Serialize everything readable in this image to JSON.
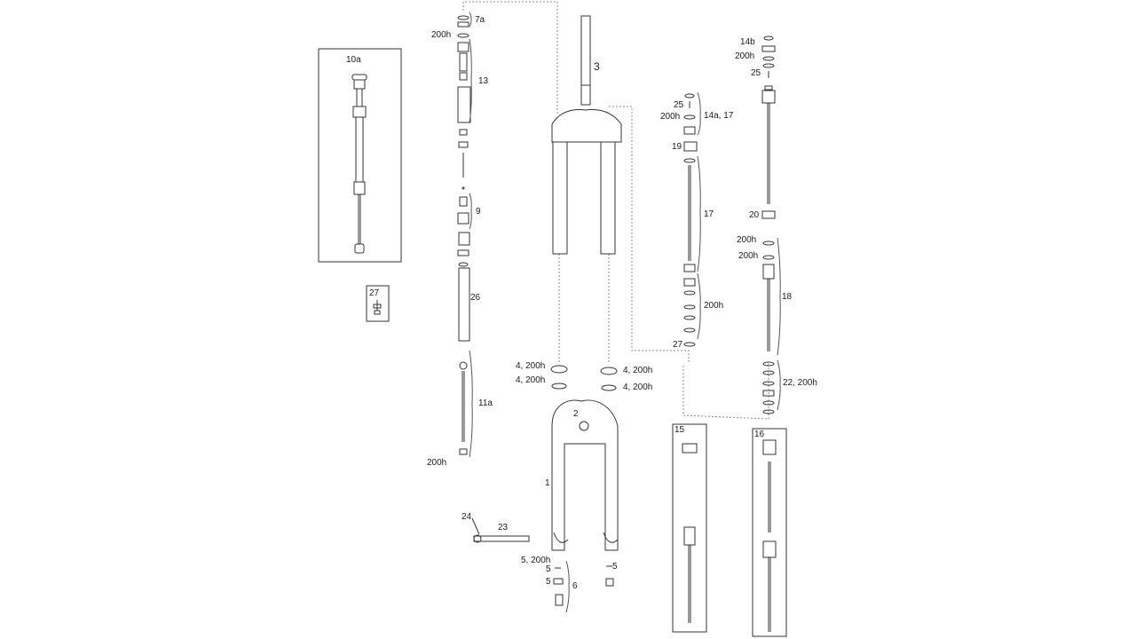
{
  "labels": {
    "l_10a": "10a",
    "l_27_box": "27",
    "l_7a": "7a",
    "l_200h_top": "200h",
    "l_13": "13",
    "l_9": "9",
    "l_26": "26",
    "l_11a": "11a",
    "l_200h_11a": "200h",
    "l_3": "3",
    "l_4_200h_a": "4, 200h",
    "l_4_200h_b": "4, 200h",
    "l_4_200h_c": "4, 200h",
    "l_4_200h_d": "4, 200h",
    "l_2": "2",
    "l_1": "1",
    "l_24": "24",
    "l_23": "23",
    "l_5_200h": "5, 200h",
    "l_5_a": "5",
    "l_5_b": "5",
    "l_5_c": "5",
    "l_6": "6",
    "l_25_a": "25",
    "l_200h_b": "200h",
    "l_14a_17": "14a, 17",
    "l_19": "19",
    "l_17": "17",
    "l_200h_c": "200h",
    "l_27_b": "27",
    "l_14b": "14b",
    "l_200h_d": "200h",
    "l_25_b": "25",
    "l_20": "20",
    "l_200h_e": "200h",
    "l_200h_f": "200h",
    "l_18": "18",
    "l_22_200h": "22, 200h",
    "l_15": "15",
    "l_16": "16"
  }
}
